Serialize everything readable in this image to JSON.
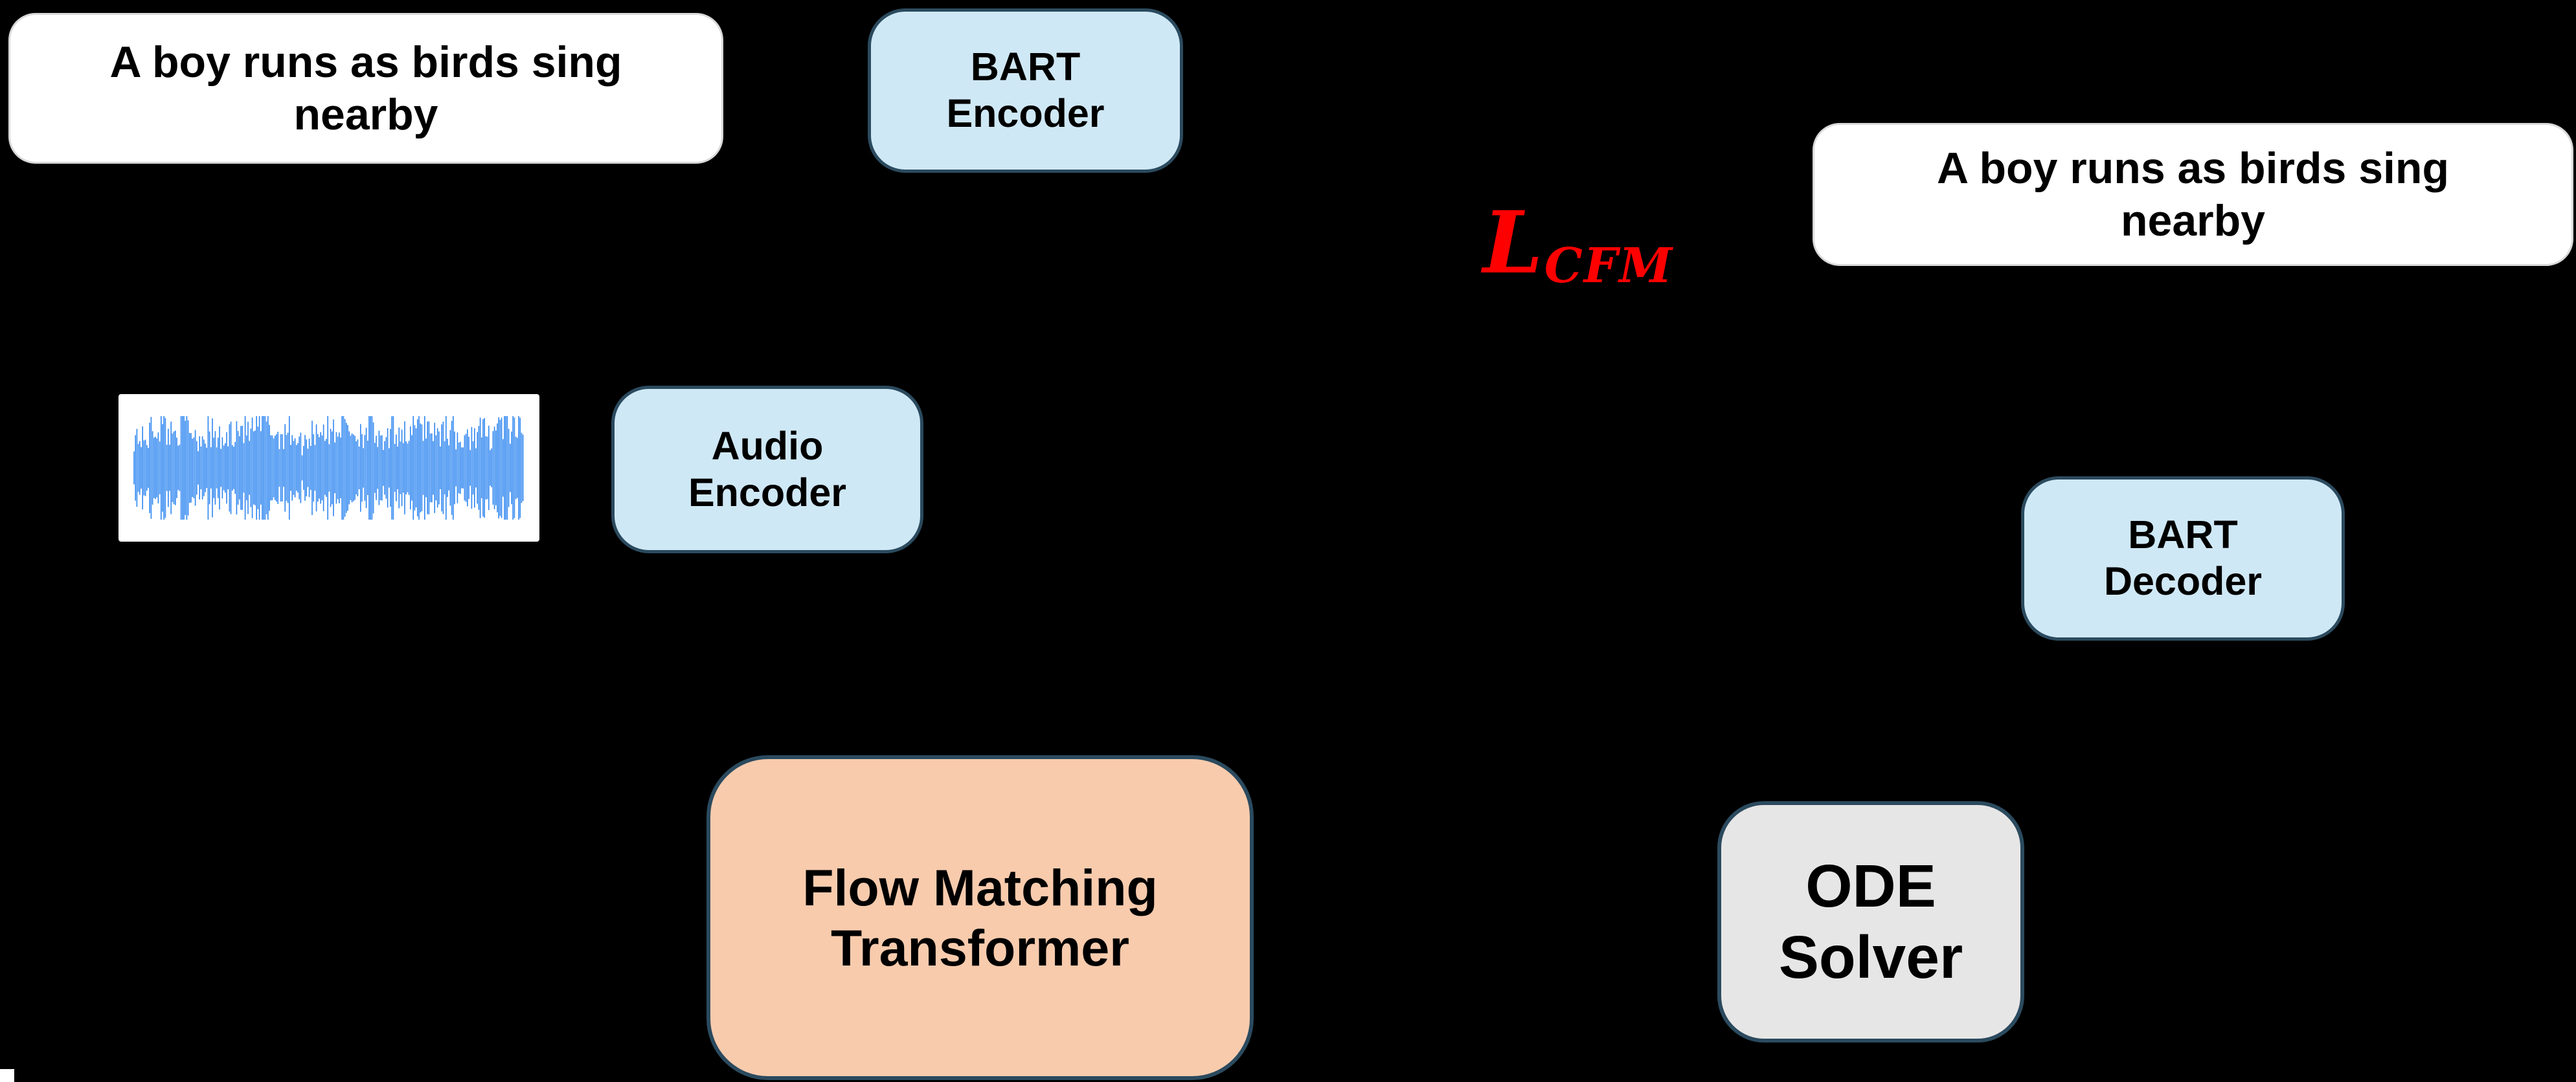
{
  "colors": {
    "background": "#000000",
    "white_box_fill": "#ffffff",
    "node_blue_fill": "#cfe8f6",
    "node_blue_border": "#2b4a5e",
    "node_orange_fill": "#f8cbad",
    "node_gray_fill": "#e7e6e6",
    "loss_red": "#ff0000",
    "waveform_blue": "#2e86f0",
    "text_black": "#000000"
  },
  "nodes": {
    "caption_input": {
      "label": "A boy runs as birds sing\nnearby"
    },
    "bart_encoder": {
      "label": "BART\nEncoder"
    },
    "audio_waveform": {
      "icon": "audio-waveform"
    },
    "audio_encoder": {
      "label": "Audio\nEncoder"
    },
    "loss": {
      "symbol": "L",
      "subscript": "CFM"
    },
    "caption_output": {
      "label": "A boy runs as birds sing\nnearby"
    },
    "bart_decoder": {
      "label": "BART\nDecoder"
    },
    "flow_matching_transformer": {
      "label": "Flow Matching\nTransformer"
    },
    "ode_solver": {
      "label": "ODE\nSolver"
    }
  }
}
